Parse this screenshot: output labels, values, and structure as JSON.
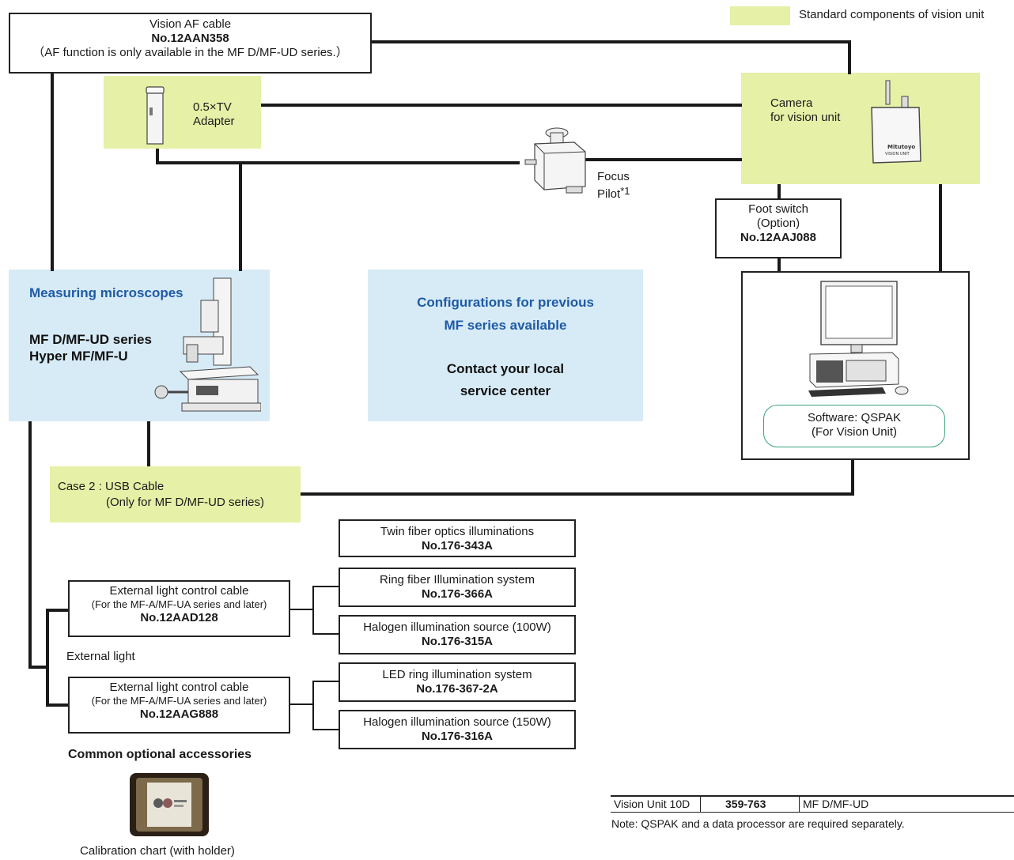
{
  "legend": {
    "label": "Standard components of vision unit",
    "color": "#e6f0a6"
  },
  "af_cable": {
    "title": "Vision AF cable",
    "part": "No.12AAN358",
    "note": "（AF function is only available in the MF D/MF-UD series.）"
  },
  "tv_adapter": {
    "line1": "0.5×TV",
    "line2": "Adapter"
  },
  "focus_pilot": {
    "line1": "Focus",
    "line2": "Pilot",
    "sup": "*1"
  },
  "camera": {
    "line1": "Camera",
    "line2": "for vision unit",
    "brand": "Mitutoyo",
    "model": "VISION UNIT"
  },
  "foot_switch": {
    "line1": "Foot switch",
    "line2": "(Option)",
    "part": "No.12AAJ088"
  },
  "microscopes": {
    "heading": "Measuring microscopes",
    "series1": "MF D/MF-UD series",
    "series2": "Hyper MF/MF-U"
  },
  "previous": {
    "line1": "Configurations for previous",
    "line2": "MF series available",
    "line3": "Contact your local",
    "line4": "service center"
  },
  "software": {
    "line1": "Software: QSPAK",
    "line2": "(For Vision Unit)"
  },
  "usb_cable": {
    "line1": "Case 2 : USB Cable",
    "line2": "(Only for MF D/MF-UD series)"
  },
  "twin_fiber": {
    "title": "Twin fiber optics illuminations",
    "part": "No.176-343A"
  },
  "ring_fiber": {
    "title": "Ring fiber Illumination system",
    "part": "No.176-366A"
  },
  "halogen100": {
    "title": "Halogen illumination source (100W)",
    "part": "No.176-315A"
  },
  "led_ring": {
    "title": "LED ring illumination system",
    "part": "No.176-367-2A"
  },
  "halogen150": {
    "title": "Halogen illumination source (150W)",
    "part": "No.176-316A"
  },
  "ext_cable1": {
    "title": "External light control cable",
    "note": "(For the MF-A/MF-UA series and later)",
    "part": "No.12AAD128"
  },
  "ext_cable2": {
    "title": "External light control cable",
    "note": "(For the MF-A/MF-UA series and later)",
    "part": "No.12AAG888"
  },
  "external_light": "External light",
  "accessories": {
    "heading": "Common optional accessories",
    "caption": "Calibration chart (with holder)"
  },
  "spec": {
    "name": "Vision Unit 10D",
    "code": "359-763",
    "series": "MF D/MF-UD",
    "note": "Note: QSPAK and a data processor are required separately."
  }
}
